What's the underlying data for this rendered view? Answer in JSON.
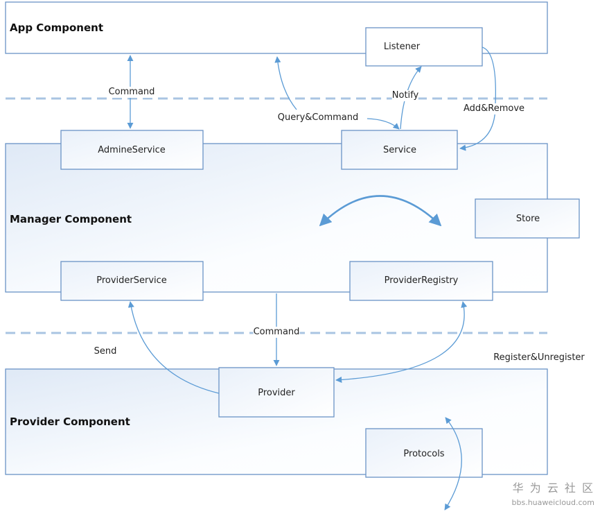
{
  "components": {
    "app": "App Component",
    "manager": "Manager Component",
    "provider": "Provider Component"
  },
  "boxes": {
    "listener": "Listener",
    "admine_service": "AdmineService",
    "service": "Service",
    "store": "Store",
    "provider_service": "ProviderService",
    "provider_registry": "ProviderRegistry",
    "provider": "Provider",
    "protocols": "Protocols"
  },
  "edges": {
    "command_top": "Command",
    "query_command": "Query&Command",
    "notify": "Notify",
    "add_remove": "Add&Remove",
    "command_bottom": "Command",
    "send": "Send",
    "register_unregister": "Register&Unregister"
  },
  "watermark": {
    "cn": "华 为 云 社 区",
    "url": "bbs.huaweicloud.com"
  },
  "colors": {
    "border": "#6a93c6",
    "arrow": "#5b9bd5",
    "dash": "#a9c4e2"
  }
}
